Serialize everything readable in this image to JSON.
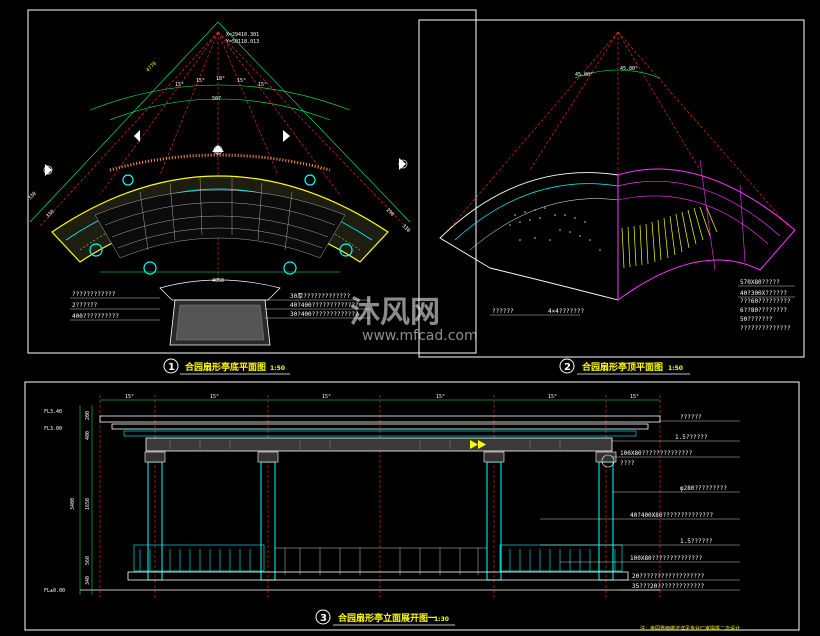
{
  "views": {
    "plan_bottom": {
      "number": "1",
      "title": "合园扇形亭底平面图",
      "scale": "1:50",
      "coords": [
        "X=29410.301",
        "Y=50118.013"
      ],
      "dim_top": "4770",
      "dims_edge": [
        "330",
        "330",
        "290",
        "330"
      ],
      "angle_labels": [
        "15°",
        "15°",
        "18°",
        "15°",
        "15°"
      ],
      "dim_center": "507",
      "notes": [
        "????????????",
        "2??????",
        "400??????????"
      ],
      "notes_right": [
        "30厚?????????????",
        "40?400?????????????",
        "30?400?????????????"
      ],
      "mark_left": "1",
      "mark_right": "2",
      "mark_axis": "3",
      "dim_bottom": "4050"
    },
    "plan_top": {
      "number": "2",
      "title": "合园扇形亭顶平面图",
      "scale": "1:50",
      "angles": [
        "45.00°",
        "45.00°"
      ],
      "notes_left": [
        "??????",
        "4×4???????"
      ],
      "notes_right": [
        "570X80?????",
        "40?300X??????",
        "???60?????????",
        "6??80????????",
        "50???????",
        "??????????????"
      ]
    },
    "elevation": {
      "number": "3",
      "title": "合园扇形亭立面展开图一",
      "scale": "1:30",
      "levels": [
        "FL3.40",
        "FL3.00",
        "FL±0.00"
      ],
      "spans": [
        "15°",
        "15°",
        "15°",
        "15°",
        "15°",
        "15°"
      ],
      "notes": [
        "??????",
        "1.5??????",
        "100X80??????????????",
        "????",
        "φ280?????????",
        "40?400X80??????????????",
        "1.5??????",
        "100X80??????????????",
        "20??????????????????",
        "35???20?????????????"
      ],
      "dim_height": "3400",
      "dims_left": [
        "200",
        "400",
        "1650",
        "560",
        "340"
      ]
    }
  },
  "watermark": {
    "brand": "沐风网",
    "site": "www.mfcad.com"
  },
  "footer_note": "注：亲园界面做法详见专业厂家提供二次设计"
}
